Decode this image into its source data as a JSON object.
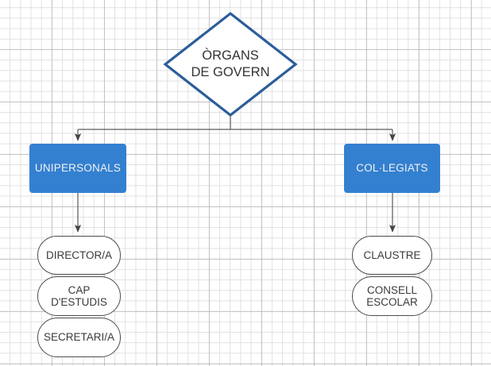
{
  "diagram": {
    "title": "Òrgans de govern",
    "background": {
      "grid": true,
      "minor_grid_color": "#dedede",
      "major_grid_color": "#aaaaaa",
      "page_color": "#ffffff"
    },
    "colors": {
      "blue_fill": "#3480D0",
      "blue_text": "#f2f2f2",
      "diamond_stroke": "#2B5E9B",
      "diamond_fill": "#ffffff",
      "node_stroke": "#4d4d4d",
      "node_text": "#3b3b3b",
      "connector": "#5a5a5a"
    },
    "root": {
      "shape": "diamond",
      "label": "ÒRGANS\nDE GOVERN"
    },
    "branches": [
      {
        "shape": "rounded-rect",
        "label": "UNIPERSONALS",
        "children": [
          {
            "shape": "stadium",
            "label": "DIRECTOR/A"
          },
          {
            "shape": "stadium",
            "label": "CAP\nD'ESTUDIS"
          },
          {
            "shape": "stadium",
            "label": "SECRETARI/A"
          }
        ]
      },
      {
        "shape": "rounded-rect",
        "label": "COL·LEGIATS",
        "children": [
          {
            "shape": "stadium",
            "label": "CLAUSTRE"
          },
          {
            "shape": "stadium",
            "label": "CONSELL\nESCOLAR"
          }
        ]
      }
    ]
  }
}
